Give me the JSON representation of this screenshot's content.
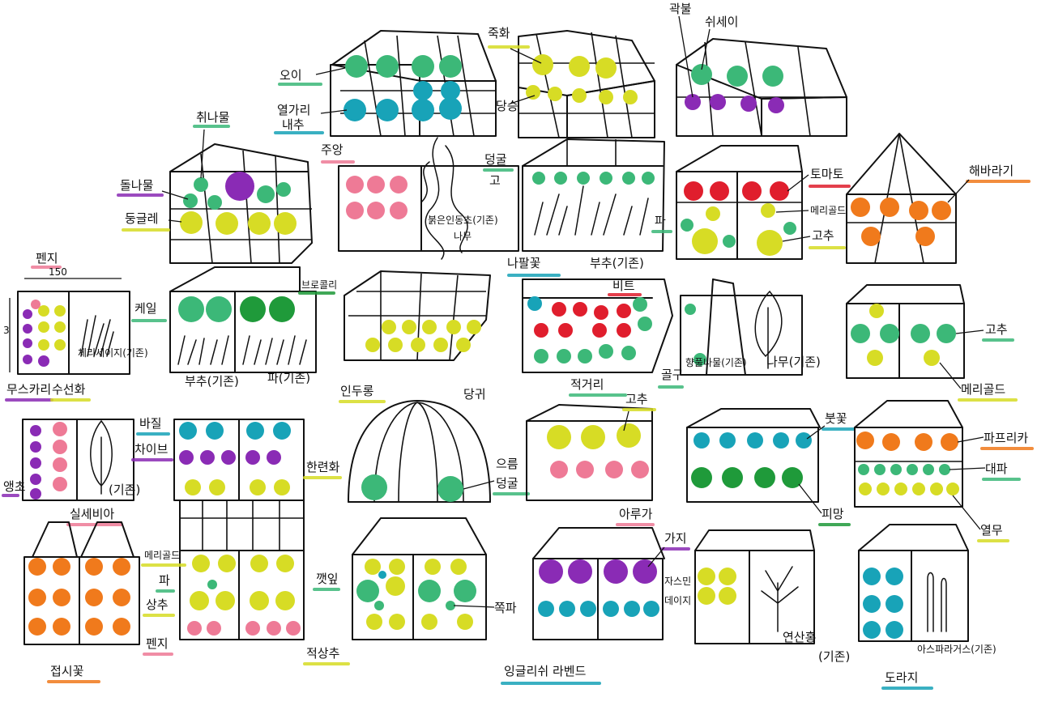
{
  "colors": {
    "green": "#3cb878",
    "yellow": "#d7dc25",
    "teal": "#18a3b8",
    "purple": "#8a2bb5",
    "pink": "#ee7a96",
    "red": "#e01e2d",
    "orange": "#f07a1c",
    "darkgreen": "#1f9a3a",
    "ink": "#111111"
  },
  "labels": {
    "oi": "오이",
    "yeolgari": "열가리",
    "naechu": "내추",
    "juhwa": "죽화",
    "dangseung": "당승",
    "gakbul": "곽불",
    "suse": "쉬세이",
    "chinamul": "취나물",
    "dolnamul": "돌나물",
    "dunggulle": "둥글레",
    "juab": "주앙",
    "bulgeun": "붉은인동초(기존)",
    "namu": "나무",
    "denggul": "덩굴",
    "go": "고",
    "buchu_gijon": "부추(기존)",
    "tomato": "토마토",
    "merigold": "메리골드",
    "pa": "파",
    "gochu": "고추",
    "haebaragi": "해바라기",
    "penji": "펜지",
    "dim150": "150",
    "dim3": "3",
    "musukari": "무스카리",
    "suseonhwa": "수선화",
    "cherry_sage": "체리세이지(기존)",
    "kale": "케일",
    "brocoli": "브로콜리",
    "buchu": "부추(기존)",
    "pa_gijon": "파(기존)",
    "indurong": "인두롱",
    "danggi": "당귀",
    "napalkkot": "나팔꽃",
    "biteu": "비트",
    "jeokgeori": "적거리",
    "gulgu": "골구",
    "hyangbulnamul": "향풀나물(기존)",
    "namu_gijon": "나무(기존)",
    "gochu2": "고추",
    "merigold2": "메리골드",
    "yangcho": "앵초",
    "silsebia": "실세비아",
    "gijon": "(기존)",
    "basil": "바질",
    "chaibeu": "차이브",
    "hangreo": "한련화",
    "oreun": "으름",
    "denggul2": "덩굴",
    "gochu3": "고추",
    "arugula": "아루가",
    "butkkot": "붓꽃",
    "pimang": "피망",
    "paprika": "파프리카",
    "daepa": "대파",
    "yeolmu": "열무",
    "merigold3": "메리골드",
    "pa3": "파",
    "sangchu": "상추",
    "penji2": "펜지",
    "jibsikkot": "접시꽃",
    "kkaetnip": "깻잎",
    "jjokpa": "쪽파",
    "jeoksangchu": "적상추",
    "gaji": "가지",
    "jasumin": "자스민",
    "deiji": "데이지",
    "lavender": "잉글리쉬 라벤드",
    "yeonsang": "연산홍",
    "gijon2": "(기존)",
    "doraji": "도라지",
    "asparagus": "아스파라거스(기존)"
  }
}
